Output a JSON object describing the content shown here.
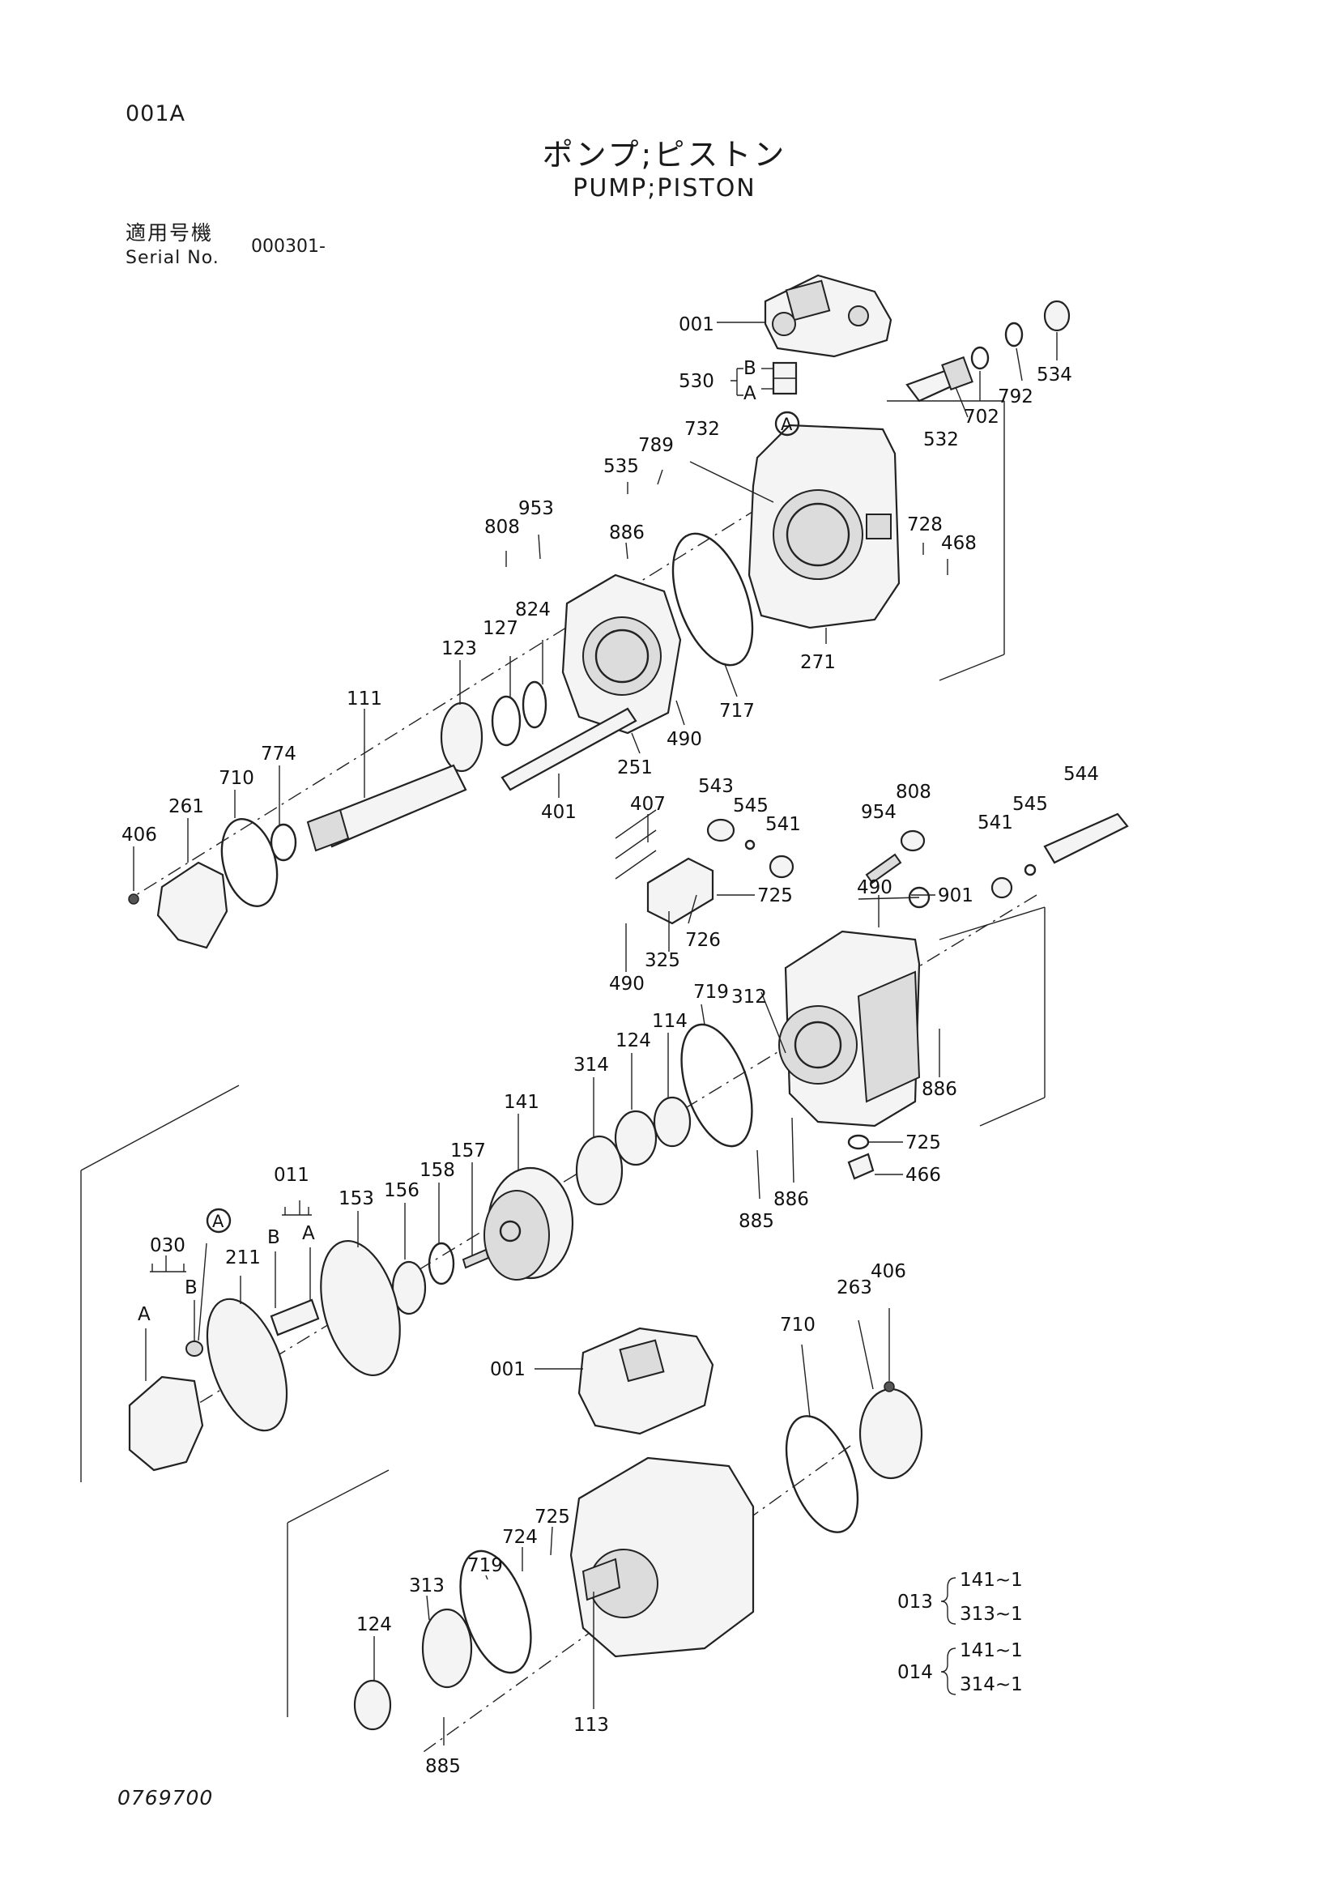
{
  "header": {
    "page_code": "001A",
    "title_jp": "ポンプ;ピストン",
    "title_en": "PUMP;PISTON",
    "serial_label_jp": "適用号機",
    "serial_label_en": "Serial No.",
    "serial_value": "000301-"
  },
  "drawing_number": "0769700",
  "callouts": {
    "c001a": "001",
    "c530": "530",
    "c530b": "B",
    "c530a": "A",
    "cA1": "A",
    "c532": "532",
    "c702": "702",
    "c792": "792",
    "c534": "534",
    "c732": "732",
    "c789": "789",
    "c535": "535",
    "c886a": "886",
    "c953": "953",
    "c808a": "808",
    "c728": "728",
    "c468": "468",
    "c271": "271",
    "c717": "717",
    "c490a": "490",
    "c251": "251",
    "c824": "824",
    "c127": "127",
    "c123": "123",
    "c111": "111",
    "c401": "401",
    "c774": "774",
    "c710a": "710",
    "c261": "261",
    "c406a": "406",
    "c407": "407",
    "c543": "543",
    "c545a": "545",
    "c541a": "541",
    "c954": "954",
    "c808b": "808",
    "c545b": "545",
    "c544": "544",
    "c541b": "541",
    "c725a": "725",
    "c726": "726",
    "c325": "325",
    "c490b": "490",
    "c490c": "490",
    "c901": "901",
    "c312": "312",
    "c719a": "719",
    "c114": "114",
    "c124a": "124",
    "c314": "314",
    "c886b": "886",
    "c725b": "725",
    "c466": "466",
    "c886c": "886",
    "c885a": "885",
    "c141": "141",
    "c157": "157",
    "c158": "158",
    "c156": "156",
    "c153": "153",
    "c011": "011",
    "c011b": "B",
    "c011a": "A",
    "c030": "030",
    "c030b": "B",
    "c030a": "A",
    "cA2": "A",
    "c211": "211",
    "c001b": "001",
    "c710b": "710",
    "c263": "263",
    "c406b": "406",
    "c725c": "725",
    "c724": "724",
    "c719b": "719",
    "c313": "313",
    "c124b": "124",
    "c113": "113",
    "c885b": "885"
  },
  "kits": [
    {
      "code": "013",
      "items": [
        "141~1",
        "313~1"
      ]
    },
    {
      "code": "014",
      "items": [
        "141~1",
        "314~1"
      ]
    }
  ]
}
